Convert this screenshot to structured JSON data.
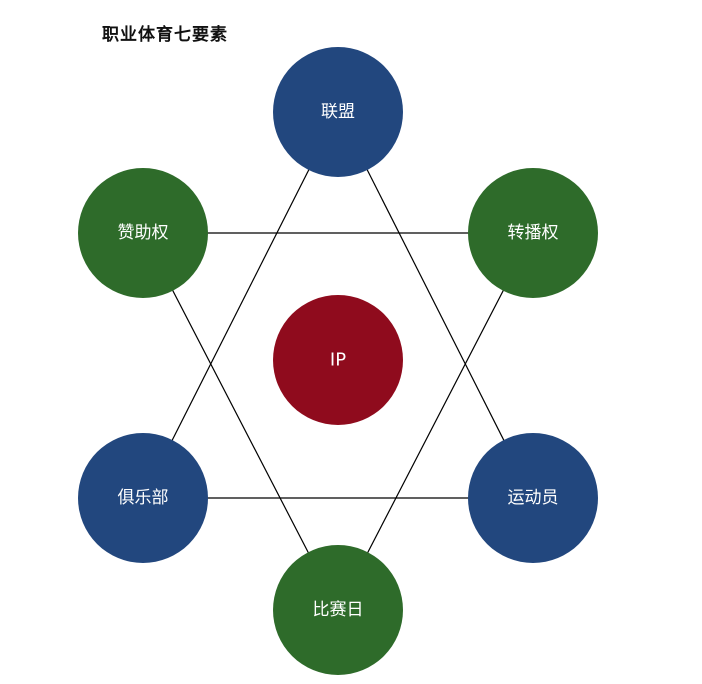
{
  "title": "职业体育七要素",
  "colors": {
    "blue": "#22477e",
    "green": "#2e6b2a",
    "red": "#8f0b1d",
    "line": "#000000"
  },
  "center": {
    "label": "IP",
    "color": "red"
  },
  "nodes": {
    "top": {
      "label": "联盟",
      "color": "blue"
    },
    "upper_left": {
      "label": "赞助权",
      "color": "green"
    },
    "upper_right": {
      "label": "转播权",
      "color": "green"
    },
    "lower_left": {
      "label": "俱乐部",
      "color": "blue"
    },
    "lower_right": {
      "label": "运动员",
      "color": "blue"
    },
    "bottom": {
      "label": "比赛日",
      "color": "green"
    }
  }
}
